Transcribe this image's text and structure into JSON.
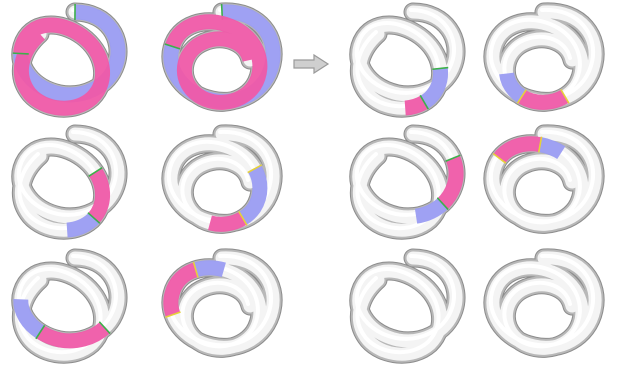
{
  "colors": {
    "background": "#ffffff",
    "tube_white": "#f4f4f4",
    "tube_shadow": "#b8b8b8",
    "tube_outline": "#8c8c8c",
    "segment_pink": "#ef5aa8",
    "segment_blue": "#9a9cf2",
    "seam_green": "#3cb04a",
    "seam_yellow": "#e6d23a",
    "arrow_fill": "#cfcfcf",
    "arrow_stroke": "#9a9a9a"
  },
  "figure": {
    "arrow": {
      "icon": "right-arrow-icon"
    },
    "left_group": [
      {
        "knot": "trefoil",
        "mode": "full-color"
      },
      {
        "knot": "figure-eight",
        "mode": "full-color"
      },
      {
        "knot": "trefoil",
        "mode": "partial",
        "highlight": "upper-left"
      },
      {
        "knot": "figure-eight",
        "mode": "partial",
        "highlight": "upper"
      },
      {
        "knot": "trefoil",
        "mode": "partial",
        "highlight": "lower-right"
      },
      {
        "knot": "figure-eight",
        "mode": "partial",
        "highlight": "bottom"
      }
    ],
    "right_group": [
      {
        "knot": "trefoil",
        "mode": "partial",
        "highlight": "left-band"
      },
      {
        "knot": "figure-eight",
        "mode": "partial",
        "highlight": "top"
      },
      {
        "knot": "trefoil",
        "mode": "partial",
        "highlight": "right-band"
      },
      {
        "knot": "figure-eight",
        "mode": "partial",
        "highlight": "lower"
      },
      {
        "knot": "trefoil",
        "mode": "plain",
        "highlight": "none"
      },
      {
        "knot": "figure-eight",
        "mode": "plain",
        "highlight": "none"
      }
    ]
  }
}
